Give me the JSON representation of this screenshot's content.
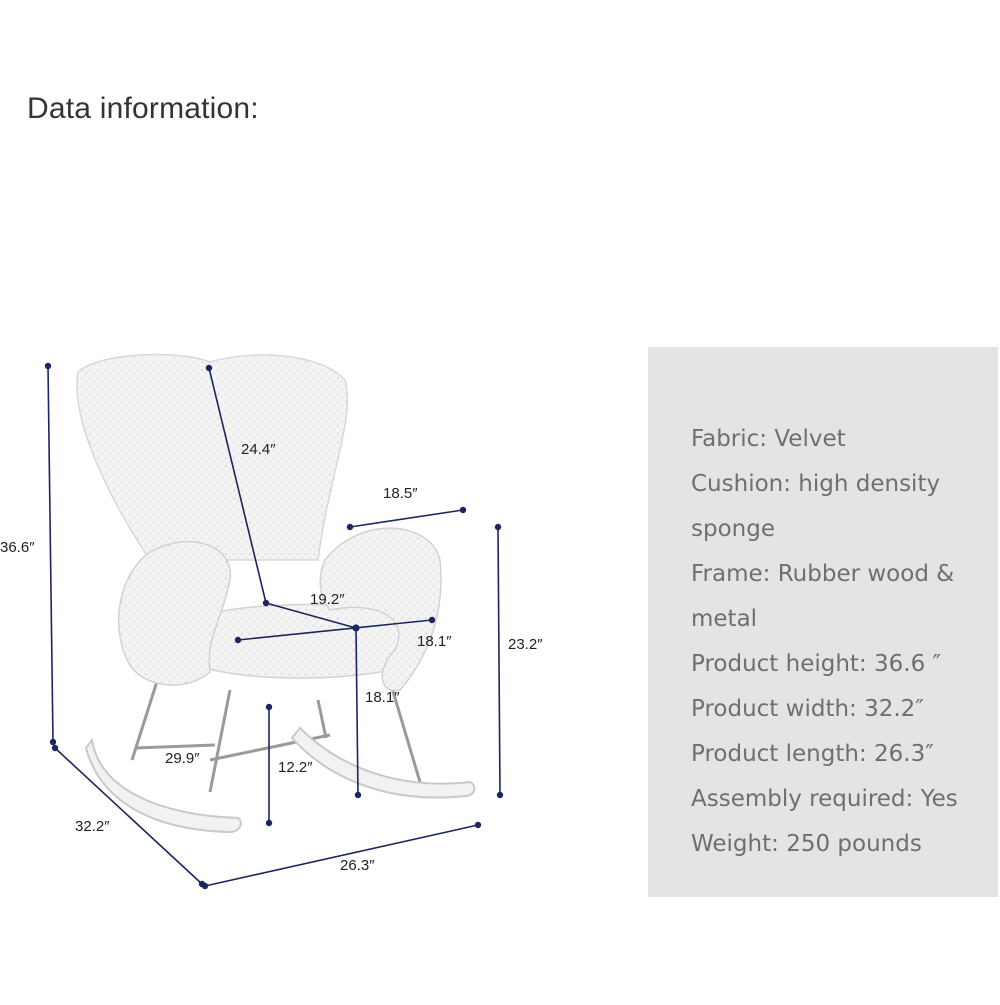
{
  "heading": "Data information:",
  "colors": {
    "dimension_line": "#1b2660",
    "panel_background": "#e4e4e4",
    "spec_text": "#6f6f6f"
  },
  "diagram": {
    "overall_height": "36.6″",
    "back_height": "24.4″",
    "arm_width": "18.5″",
    "seat_width": "19.2″",
    "seat_depth": "18.1″",
    "seat_to_floor": "18.1″",
    "arm_height": "23.2″",
    "seat_length": "29.9″",
    "base_clearance": "12.2″",
    "product_width": "32.2″",
    "product_length": "26.3″"
  },
  "specs": [
    "Fabric: Velvet",
    "Cushion: high density sponge",
    "Frame: Rubber wood & metal",
    "Product height: 36.6 ″",
    "Product width: 32.2″",
    "Product length: 26.3″",
    "Assembly required: Yes",
    "Weight: 250 pounds"
  ]
}
